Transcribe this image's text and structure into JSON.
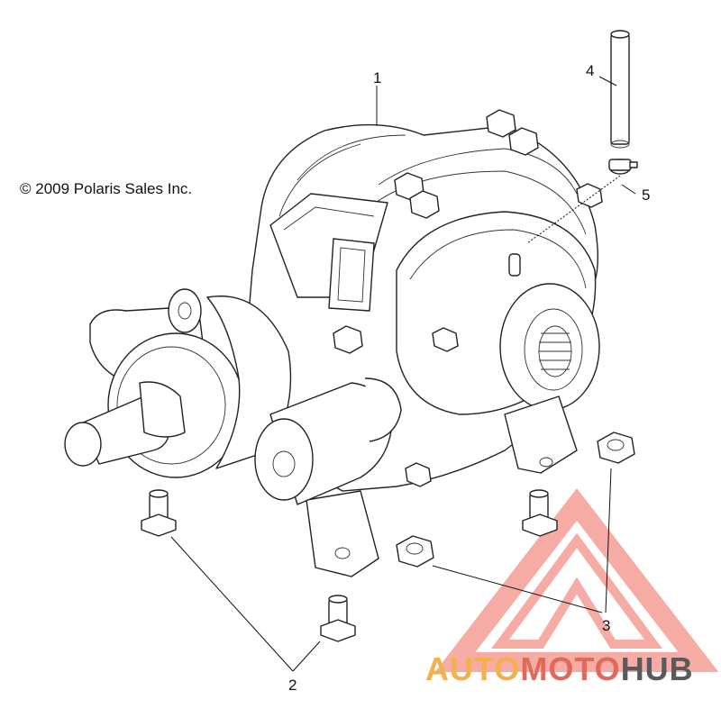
{
  "copyright": "© 2009 Polaris Sales Inc.",
  "callouts": {
    "c1": "1",
    "c2": "2",
    "c3": "3",
    "c4": "4",
    "c5": "5"
  },
  "watermark": {
    "part1": "AUTO",
    "part2": "MOTO",
    "part3": "HUB",
    "colors": {
      "auto": "#f3b04c",
      "moto": "#e06a59",
      "hub": "#5a5a5a",
      "triangle": "#ef6a5a"
    }
  }
}
